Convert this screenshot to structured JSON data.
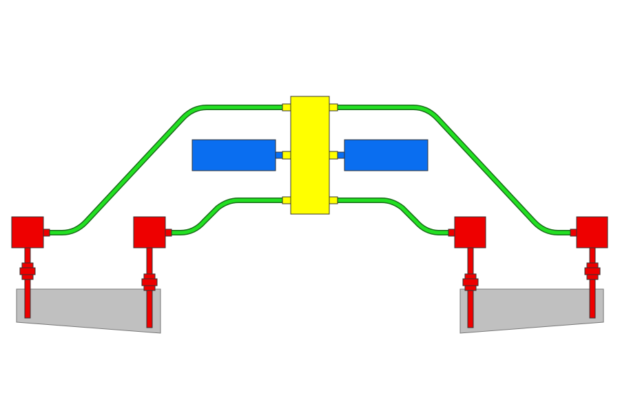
{
  "diagram": {
    "colors": {
      "background": "#ffffff",
      "hub": "#ffff00",
      "pump": "#0066ee",
      "line": "#00dd00",
      "actuator": "#ee0000",
      "surface": "#c0c0c0",
      "outline": "#333333"
    },
    "components": {
      "hub": "central-manifold",
      "pumps": [
        "left-pump",
        "right-pump"
      ],
      "actuators": [
        "actuator-outer-left",
        "actuator-inner-left",
        "actuator-inner-right",
        "actuator-outer-right"
      ],
      "surfaces": [
        "left-control-surface",
        "right-control-surface"
      ]
    }
  }
}
